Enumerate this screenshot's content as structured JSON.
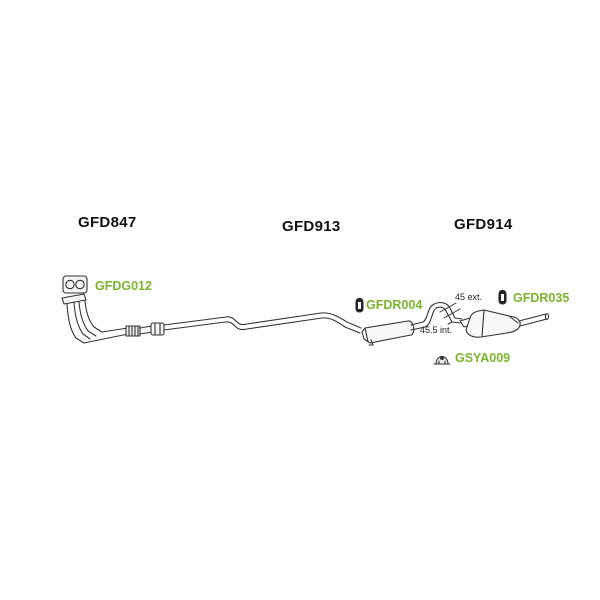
{
  "parts": [
    {
      "id": "front",
      "code": "GFD847"
    },
    {
      "id": "middle",
      "code": "GFD913"
    },
    {
      "id": "rear",
      "code": "GFD914"
    }
  ],
  "accessories": [
    {
      "id": "gasket",
      "code": "GFDG012"
    },
    {
      "id": "rubber1",
      "code": "GFDR004"
    },
    {
      "id": "rubber2",
      "code": "GFDR035"
    },
    {
      "id": "clamp",
      "code": "GSYA009"
    }
  ],
  "notes": {
    "ext": "45 ext.",
    "int": "45.5 int."
  },
  "colors": {
    "accessory_label": "#7ab52e",
    "part_label": "#111111",
    "line": "#333333"
  }
}
